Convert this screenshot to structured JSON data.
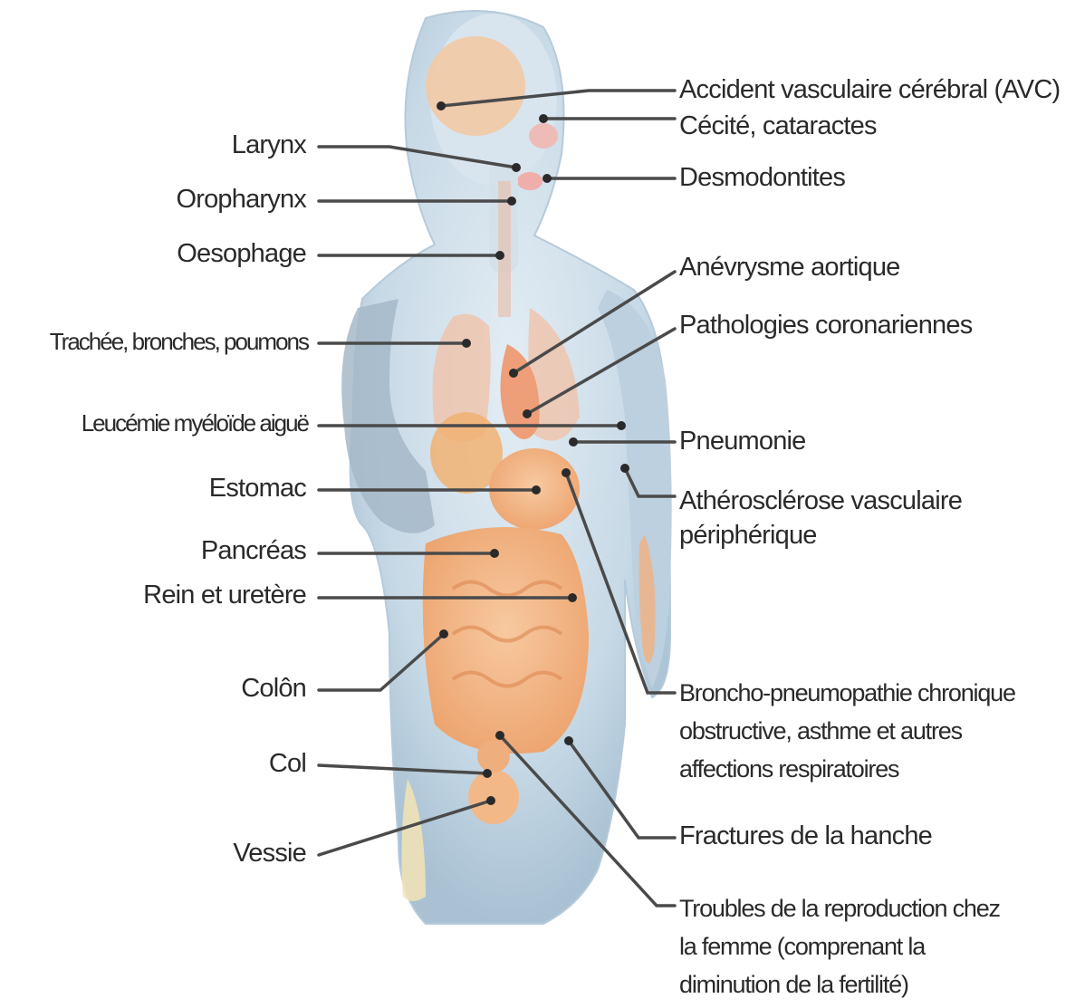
{
  "left_labels": [
    {
      "id": "larynx",
      "text": "Larynx"
    },
    {
      "id": "oropharynx",
      "text": "Oropharynx"
    },
    {
      "id": "oesophage",
      "text": "Oesophage"
    },
    {
      "id": "trachee",
      "text": "Trachée, bronches, poumons"
    },
    {
      "id": "leucemie",
      "text": "Leucémie myéloïde aiguë"
    },
    {
      "id": "estomac",
      "text": "Estomac"
    },
    {
      "id": "pancreas",
      "text": "Pancréas"
    },
    {
      "id": "rein",
      "text": "Rein et uretère"
    },
    {
      "id": "colon",
      "text": "Colôn"
    },
    {
      "id": "col",
      "text": "Col"
    },
    {
      "id": "vessie",
      "text": "Vessie"
    }
  ],
  "right_labels": [
    {
      "id": "avc",
      "lines": [
        "Accident vasculaire cérébral (AVC)"
      ]
    },
    {
      "id": "cecite",
      "lines": [
        "Cécité, cataractes"
      ]
    },
    {
      "id": "desmodontites",
      "lines": [
        "Desmodontites"
      ]
    },
    {
      "id": "anevrysme",
      "lines": [
        "Anévrysme aortique"
      ]
    },
    {
      "id": "coronariennes",
      "lines": [
        "Pathologies coronariennes"
      ]
    },
    {
      "id": "pneumonie",
      "lines": [
        "Pneumonie"
      ]
    },
    {
      "id": "atherosclerose",
      "lines": [
        "Athérosclérose vasculaire",
        "périphérique"
      ]
    },
    {
      "id": "bpco",
      "lines": [
        "Broncho-pneumopathie chronique",
        "obstructive, asthme et autres",
        "affections respiratoires"
      ]
    },
    {
      "id": "hanche",
      "lines": [
        "Fractures de la hanche"
      ]
    },
    {
      "id": "reproduction",
      "lines": [
        "Troubles de la reproduction chez",
        "la femme (comprenant la",
        "diminution de la fertilité)"
      ]
    }
  ],
  "colors": {
    "leader_line": "#4a4a4a",
    "body_fill": "#c9dbe8",
    "body_shade": "#a9c1d3",
    "organ_fill": "#f3b888",
    "organ_dark": "#e69a66",
    "label_text": "#2a2a2a"
  }
}
